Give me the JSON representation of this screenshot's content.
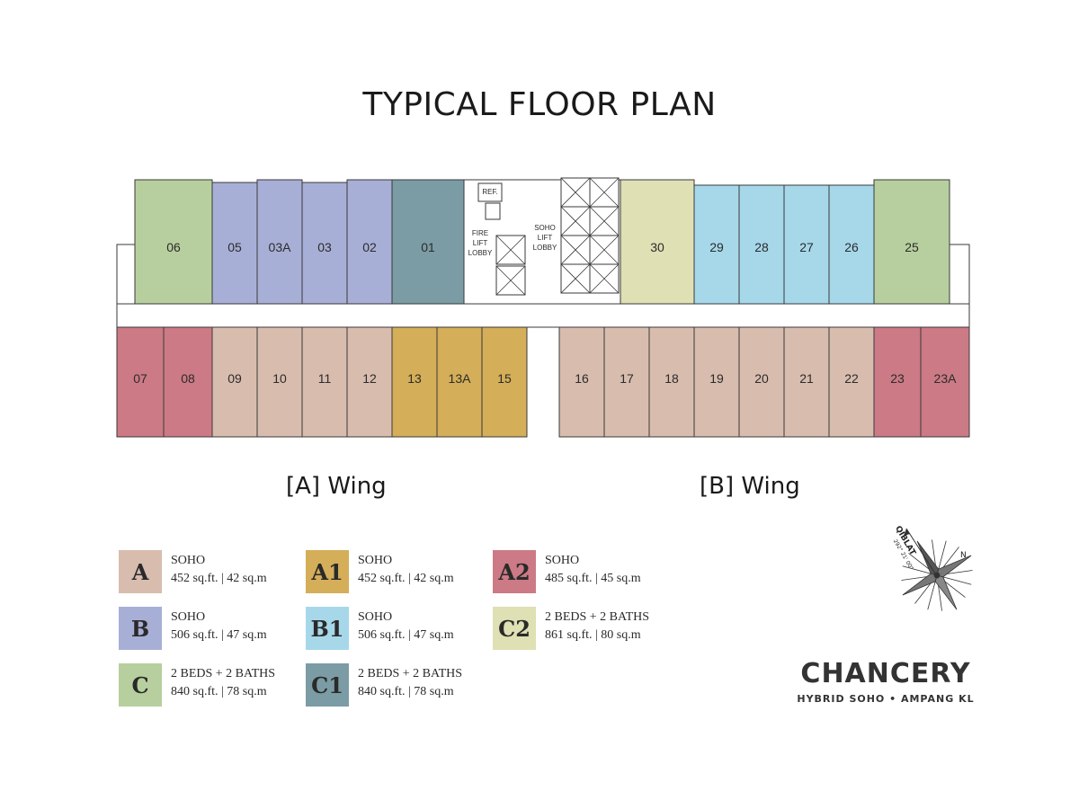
{
  "title": "TYPICAL FLOOR PLAN",
  "colors": {
    "A": "#d8bcae",
    "A1": "#d4ae58",
    "A2": "#cc7a85",
    "B": "#a8afd6",
    "B1": "#a6d8ea",
    "C": "#b7cf9e",
    "C1": "#7b9ca4",
    "C2": "#dfe0b4"
  },
  "service": {
    "ref": "REF.",
    "fire_lift_lobby": [
      "FIRE",
      "LIFT",
      "LOBBY"
    ],
    "soho_lift_lobby": [
      "SOHO",
      "LIFT",
      "LOBBY"
    ]
  },
  "units_top": [
    {
      "label": "06",
      "type": "C"
    },
    {
      "label": "05",
      "type": "B"
    },
    {
      "label": "03A",
      "type": "B"
    },
    {
      "label": "03",
      "type": "B"
    },
    {
      "label": "02",
      "type": "B"
    },
    {
      "label": "01",
      "type": "C1"
    },
    {
      "label": "30",
      "type": "C2"
    },
    {
      "label": "29",
      "type": "B1"
    },
    {
      "label": "28",
      "type": "B1"
    },
    {
      "label": "27",
      "type": "B1"
    },
    {
      "label": "26",
      "type": "B1"
    },
    {
      "label": "25",
      "type": "C"
    }
  ],
  "units_bottom": [
    {
      "label": "07",
      "type": "A2"
    },
    {
      "label": "08",
      "type": "A2"
    },
    {
      "label": "09",
      "type": "A"
    },
    {
      "label": "10",
      "type": "A"
    },
    {
      "label": "11",
      "type": "A"
    },
    {
      "label": "12",
      "type": "A"
    },
    {
      "label": "13",
      "type": "A1"
    },
    {
      "label": "13A",
      "type": "A1"
    },
    {
      "label": "15",
      "type": "A1"
    },
    {
      "label": "16",
      "type": "A"
    },
    {
      "label": "17",
      "type": "A"
    },
    {
      "label": "18",
      "type": "A"
    },
    {
      "label": "19",
      "type": "A"
    },
    {
      "label": "20",
      "type": "A"
    },
    {
      "label": "21",
      "type": "A"
    },
    {
      "label": "22",
      "type": "A"
    },
    {
      "label": "23",
      "type": "A2"
    },
    {
      "label": "23A",
      "type": "A2"
    }
  ],
  "wings": {
    "a": "[A] Wing",
    "b": "[B] Wing"
  },
  "legend": [
    {
      "code": "A",
      "type": "SOHO",
      "size": "452 sq.ft. | 42 sq.m"
    },
    {
      "code": "A1",
      "type": "SOHO",
      "size": "452 sq.ft. | 42 sq.m"
    },
    {
      "code": "A2",
      "type": "SOHO",
      "size": "485 sq.ft. | 45 sq.m"
    },
    {
      "code": "B",
      "type": "SOHO",
      "size": "506 sq.ft. | 47 sq.m"
    },
    {
      "code": "B1",
      "type": "SOHO",
      "size": "506 sq.ft. | 47 sq.m"
    },
    {
      "code": "C2",
      "type": "2 BEDS + 2 BATHS",
      "size": "861 sq.ft. | 80 sq.m"
    },
    {
      "code": "C",
      "type": "2 BEDS + 2 BATHS",
      "size": "840 sq.ft. | 78 sq.m"
    },
    {
      "code": "C1",
      "type": "2 BEDS + 2 BATHS",
      "size": "840 sq.ft. | 78 sq.m"
    }
  ],
  "compass": {
    "qiblat": "QIBLAT",
    "bearing": "292° 21' 00\"",
    "north": "N",
    "icon": "compass-rose-icon"
  },
  "brand": {
    "name": "CHANCERY",
    "tagline": "HYBRID SOHO • AMPANG KL"
  }
}
